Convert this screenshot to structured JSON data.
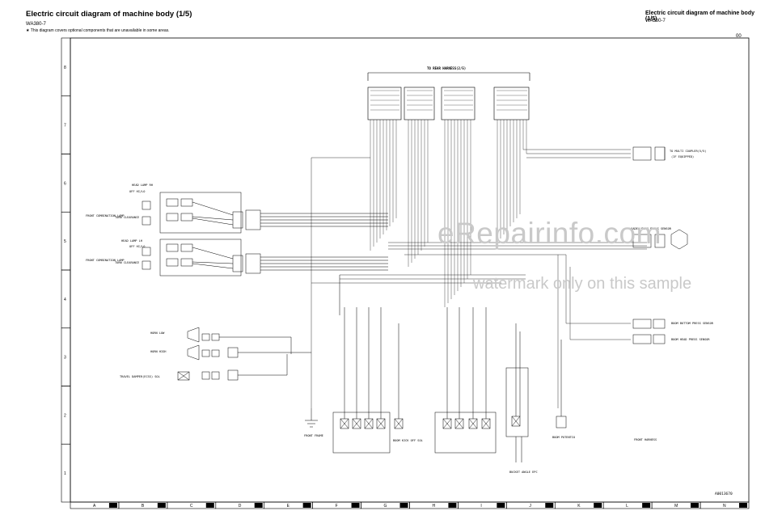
{
  "header": {
    "title": "Electric circuit diagram of machine body (1/5)",
    "model": "WA380-7",
    "note": "★ This diagram covers optional components that are unavailable in some areas.",
    "title_right": "Electric circuit diagram of machine body (1/5)",
    "model_right": "WA380-7",
    "page": "00"
  },
  "watermark": {
    "line1": "eRepairinfo.com",
    "line2": "watermark only on this sample"
  },
  "grid": {
    "rows": [
      "8",
      "7",
      "6",
      "5",
      "4",
      "3",
      "2",
      "1"
    ],
    "cols": [
      "A",
      "B",
      "C",
      "D",
      "E",
      "F",
      "G",
      "H",
      "I",
      "J",
      "K",
      "L",
      "M",
      "N"
    ]
  },
  "labels": {
    "to_rear_harness": "TO REAR HARNESS(2/5)",
    "to_multi_coupler": "TO MULTI COUPLER(5/5)",
    "if_equipped": "(IF EQUIPPED)",
    "head_lamp_rh": "HEAD LAMP RH",
    "head_lamp_lh": "HEAD LAMP LH",
    "off_hi_lo": "OFF HI/LO",
    "front_combination_lamp": "FRONT COMBINATION LAMP",
    "turn_clearance": "TURN CLEARANCE",
    "horn_low": "HORN LOW",
    "horn_high": "HORN HIGH",
    "travel_damper": "TRAVEL DAMPER(ECSS) SOL",
    "loader_pump_pressure": "LOADER PUMP PRESS SENSOR",
    "boom_bottom_press": "BOOM BOTTOM PRESS SENSOR",
    "boom_head_press": "BOOM HEAD PRESS SENSOR",
    "boom_potentiometer": "BOOM POTENTIO",
    "front_harness": "FRONT HARNESS",
    "front_frame": "FRONT FRAME",
    "boom_kick_off": "BOOM KICK OFF SOL",
    "bucket_angle": "BUCKET ANGLE EPC",
    "doc_code": "A0013670"
  }
}
